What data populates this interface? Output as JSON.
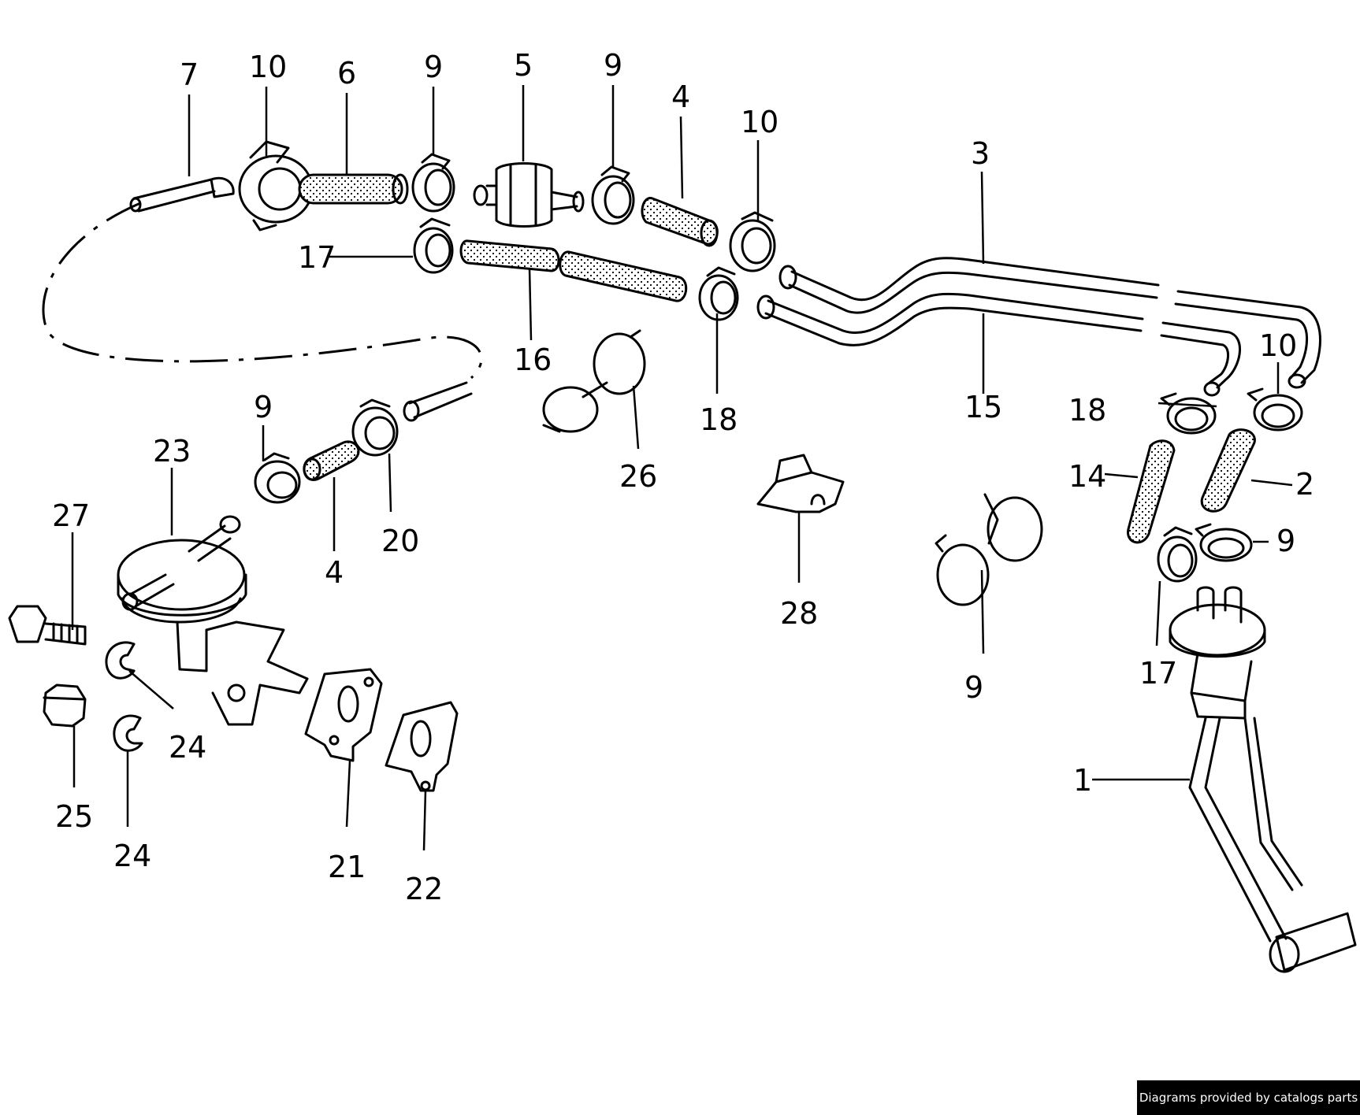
{
  "labels": [
    "7",
    "10",
    "6",
    "9",
    "5",
    "9",
    "4",
    "10",
    "3",
    "17",
    "16",
    "18",
    "15",
    "26",
    "10",
    "18",
    "2",
    "14",
    "9",
    "4",
    "9",
    "20",
    "23",
    "27",
    "28",
    "9",
    "17",
    "24",
    "24",
    "25",
    "21",
    "22",
    "1"
  ],
  "credit": "Diagrams provided by catalogs parts"
}
